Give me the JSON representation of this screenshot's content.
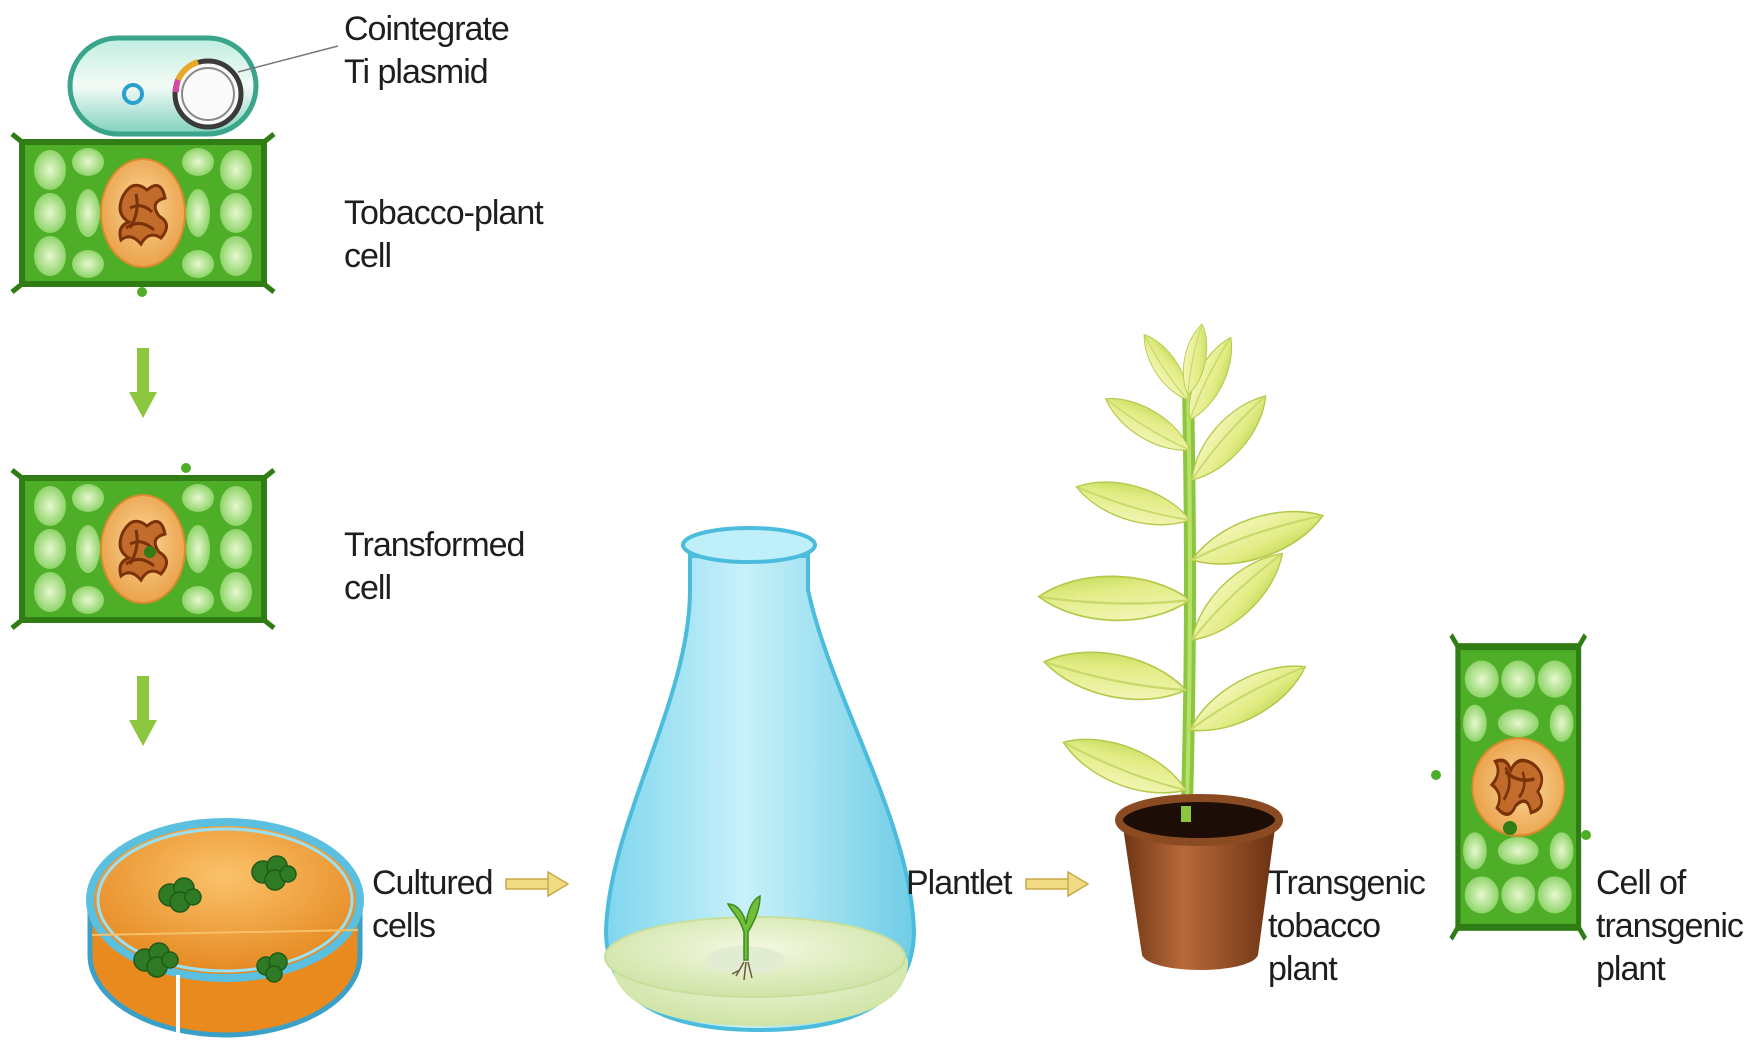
{
  "labels": {
    "cointegrate": [
      "Cointegrate",
      "Ti plasmid"
    ],
    "tobacco_cell": [
      "Tobacco-plant",
      "cell"
    ],
    "transformed_cell": [
      "Transformed",
      "cell"
    ],
    "cultured_cells": [
      "Cultured",
      "cells"
    ],
    "plantlet": "Plantlet",
    "transgenic_plant": [
      "Transgenic",
      "tobacco",
      "plant"
    ],
    "cell_of_transgenic": [
      "Cell of",
      "transgenic",
      "plant"
    ]
  },
  "colors": {
    "cell_wall": "#3f9a1e",
    "cell_fill": "#5cba33",
    "vacuole": "#bde89a",
    "nucleus": "#f2b86a",
    "chromatin": "#b0561c",
    "arrow_green": "#7fbf3a",
    "arrow_yellow": "#e8cf6a",
    "flask": "#9fe3f2",
    "medium": "#e6f1c8",
    "dish_agar": "#f0a23a",
    "pot": "#8a4a22",
    "leaf": "#e4ee8f"
  },
  "icons": [
    "bacterium-icon",
    "plant-cell-icon",
    "petri-dish-icon",
    "flask-icon",
    "potted-plant-icon",
    "arrow-icon"
  ]
}
